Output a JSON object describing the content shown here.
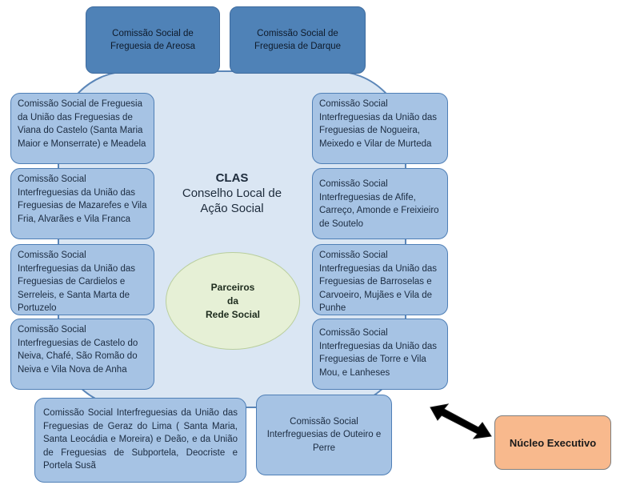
{
  "top_boxes": [
    {
      "text": "Comissão Social de Freguesia de Areosa"
    },
    {
      "text": "Comissão Social de Freguesia de Darque"
    }
  ],
  "left_boxes": [
    {
      "text": "Comissão Social de Freguesia da União das Freguesias de Viana do Castelo (Santa Maria Maior e Monserrate) e Meadela"
    },
    {
      "text": "Comissão Social Interfreguesias da União das Freguesias de Mazarefes e Vila Fria, Alvarães e Vila Franca"
    },
    {
      "text": "Comissão Social Interfreguesias da União das Freguesias de Cardielos e Serreleis, e Santa Marta de Portuzelo"
    },
    {
      "text": "Comissão Social Interfreguesias de Castelo do Neiva, Chafé, São Romão do Neiva e Vila Nova de Anha"
    }
  ],
  "right_boxes": [
    {
      "text": "Comissão Social Interfreguesias da União das Freguesias de Nogueira, Meixedo e Vilar de Murteda"
    },
    {
      "text": "Comissão Social Interfreguesias de Afife, Carreço, Amonde e Freixieiro de Soutelo"
    },
    {
      "text": "Comissão Social Interfreguesias da União das Freguesias de Barroselas e Carvoeiro, Mujães e Vila de Punhe"
    },
    {
      "text": "Comissão Social Interfreguesias da União das Freguesias de Torre e Vila Mou, e Lanheses"
    }
  ],
  "bottom_boxes": [
    {
      "text": "Comissão Social Interfreguesias da União das Freguesias de Geraz do Lima ( Santa Maria, Santa Leocádia e Moreira) e Deão, e da União de Freguesias de Subportela, Deocriste e Portela Susã"
    },
    {
      "text": "Comissão Social Interfreguesias de Outeiro e Perre"
    }
  ],
  "clas": {
    "title": "CLAS",
    "subtitle": "Conselho Local de Ação Social"
  },
  "partners": {
    "line1": "Parceiros",
    "line2": "da",
    "line3": "Rede Social"
  },
  "nucleo": {
    "label": "Núcleo Executivo"
  },
  "colors": {
    "big_shape_fill": "#dae6f3",
    "box_fill": "#a6c3e4",
    "top_box_fill": "#4f82b7",
    "border": "#4f7fb6",
    "ellipse_fill": "#e6f0d6",
    "nucleo_fill": "#f8b98d",
    "arrow": "#000000"
  }
}
